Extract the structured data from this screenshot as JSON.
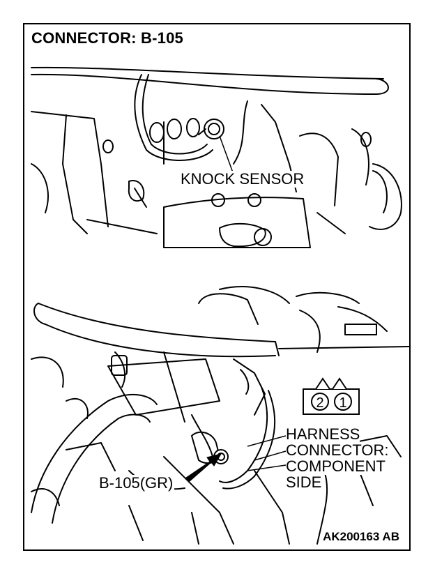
{
  "title": "CONNECTOR: B-105",
  "labels": {
    "knock_sensor": "KNOCK SENSOR",
    "connector_id": "B-105(GR)",
    "harness_line1": "HARNESS",
    "harness_line2": "CONNECTOR:",
    "harness_line3": "COMPONENT",
    "harness_line4": "SIDE"
  },
  "connector": {
    "pins": [
      "2",
      "1"
    ]
  },
  "figure_code": "AK200163 AB"
}
